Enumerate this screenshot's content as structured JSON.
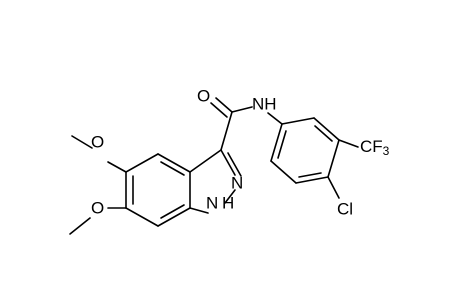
{
  "molecule": {
    "labels": {
      "carbonyl_oxygen": "O",
      "amide_nh": "NH",
      "trifluoromethyl_main": "CF",
      "trifluoromethyl_sub": "3",
      "chlorine": "Cl",
      "pyrazole_n": "N",
      "indazole_nh": "H",
      "indazole_n1": "N",
      "methoxy_o_upper": "O",
      "methoxy_o_lower": "O"
    },
    "colors": {
      "bond": "#000000",
      "text": "#000000",
      "background": "#ffffff"
    }
  }
}
